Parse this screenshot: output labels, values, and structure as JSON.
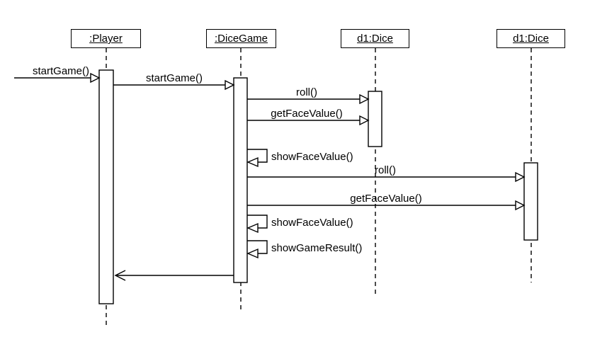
{
  "diagram": {
    "type": "uml-sequence",
    "background_color": "#ffffff",
    "line_color": "#000000",
    "text_color": "#000000",
    "lifelines": [
      {
        "id": "player",
        "label": ":Player"
      },
      {
        "id": "dicegame",
        "label": ":DiceGame"
      },
      {
        "id": "dice1",
        "label": "d1:Dice"
      },
      {
        "id": "dice2",
        "label": "d1:Dice"
      }
    ],
    "messages": [
      {
        "label": "startGame()",
        "kind": "found-call",
        "from": "border",
        "to": "player"
      },
      {
        "label": "startGame()",
        "kind": "call",
        "from": "player",
        "to": "dicegame"
      },
      {
        "label": "roll()",
        "kind": "call",
        "from": "dicegame",
        "to": "dice1"
      },
      {
        "label": "getFaceValue()",
        "kind": "call",
        "from": "dicegame",
        "to": "dice1"
      },
      {
        "label": "showFaceValue()",
        "kind": "self",
        "from": "dicegame",
        "to": "dicegame"
      },
      {
        "label": "roll()",
        "kind": "call",
        "from": "dicegame",
        "to": "dice2"
      },
      {
        "label": "getFaceValue()",
        "kind": "call",
        "from": "dicegame",
        "to": "dice2"
      },
      {
        "label": "showFaceValue()",
        "kind": "self",
        "from": "dicegame",
        "to": "dicegame"
      },
      {
        "label": "showGameResult()",
        "kind": "self",
        "from": "dicegame",
        "to": "dicegame"
      },
      {
        "label": "",
        "kind": "return",
        "from": "dicegame",
        "to": "player"
      }
    ]
  }
}
